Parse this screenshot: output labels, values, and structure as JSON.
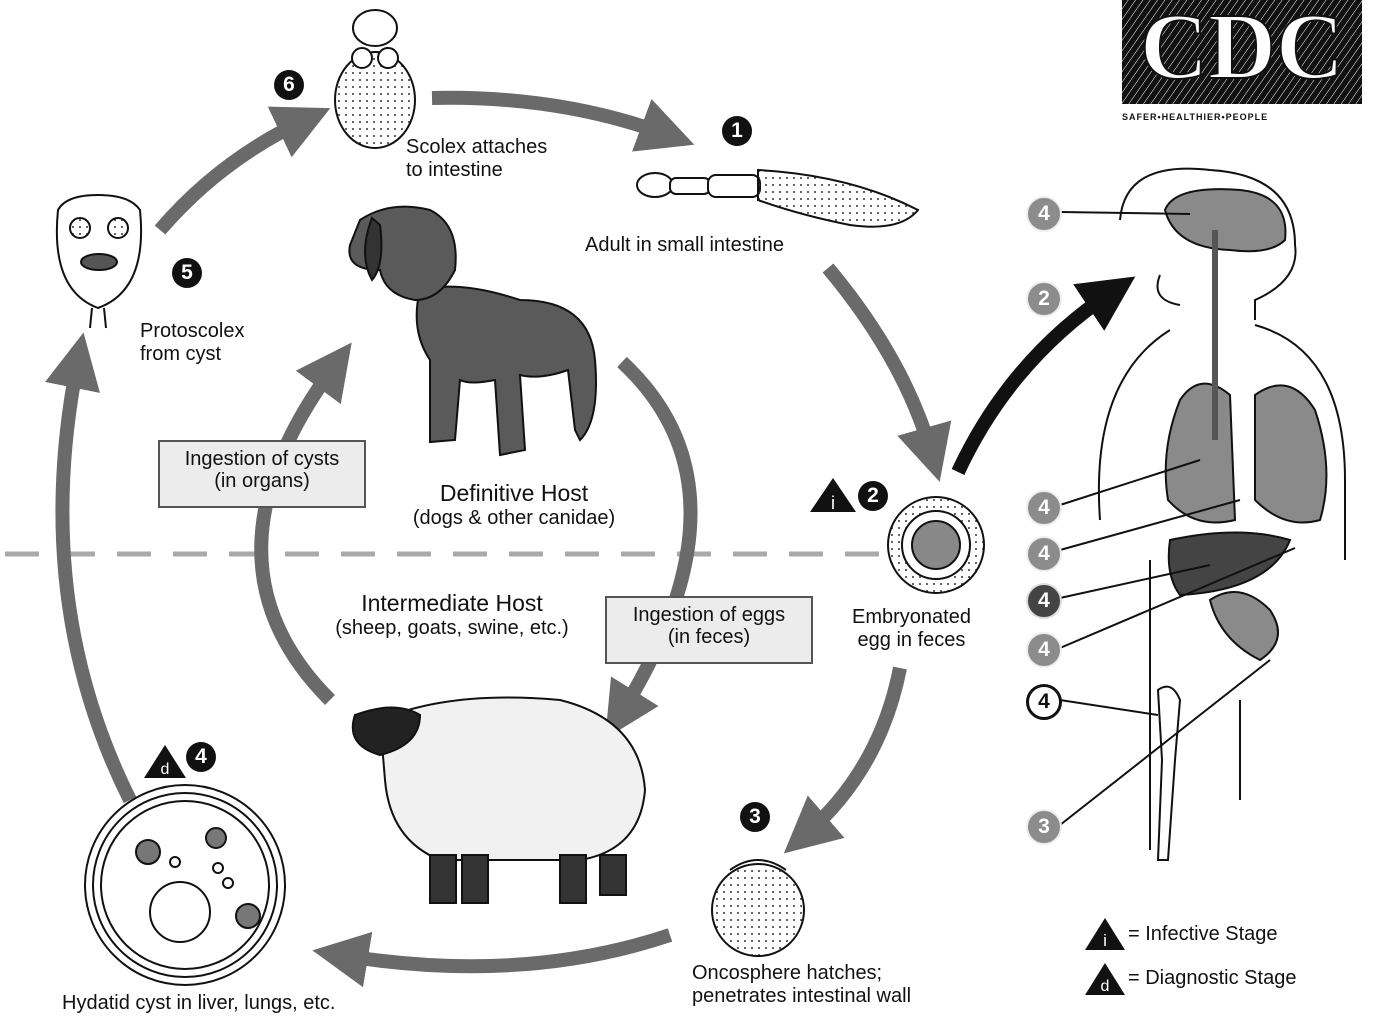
{
  "logo": {
    "text": "CDC",
    "tagline": "SAFER•HEALTHIER•PEOPLE"
  },
  "stages": {
    "s1": {
      "number": "1",
      "label": "Adult in small intestine"
    },
    "s2": {
      "number": "2",
      "label_line1": "Embryonated",
      "label_line2": "egg in feces"
    },
    "s3": {
      "number": "3",
      "label_line1": "Oncosphere hatches;",
      "label_line2": "penetrates intestinal wall"
    },
    "s4": {
      "number": "4",
      "label": "Hydatid cyst in liver, lungs, etc."
    },
    "s5": {
      "number": "5",
      "label_line1": "Protoscolex",
      "label_line2": "from cyst"
    },
    "s6": {
      "number": "6",
      "label_line1": "Scolex attaches",
      "label_line2": "to intestine"
    }
  },
  "hosts": {
    "definitive": {
      "title": "Definitive Host",
      "subtitle": "(dogs & other canidae)"
    },
    "intermediate": {
      "title": "Intermediate Host",
      "subtitle": "(sheep, goats, swine, etc.)"
    }
  },
  "boxes": {
    "cysts": {
      "line1": "Ingestion of cysts",
      "line2": "(in organs)"
    },
    "eggs": {
      "line1": "Ingestion of eggs",
      "line2": "(in feces)"
    }
  },
  "stage_markers": {
    "infective": "i",
    "diagnostic": "d"
  },
  "human_markers": [
    "4",
    "2",
    "4",
    "4",
    "4",
    "4",
    "4",
    "3"
  ],
  "legend": {
    "infective": "= Infective Stage",
    "diagnostic": "= Diagnostic Stage"
  },
  "colors": {
    "arrow": "#6a6a6a",
    "arrow_dark": "#111111",
    "organ": "#8a8a8a",
    "dashed_line": "#aaaaaa"
  }
}
